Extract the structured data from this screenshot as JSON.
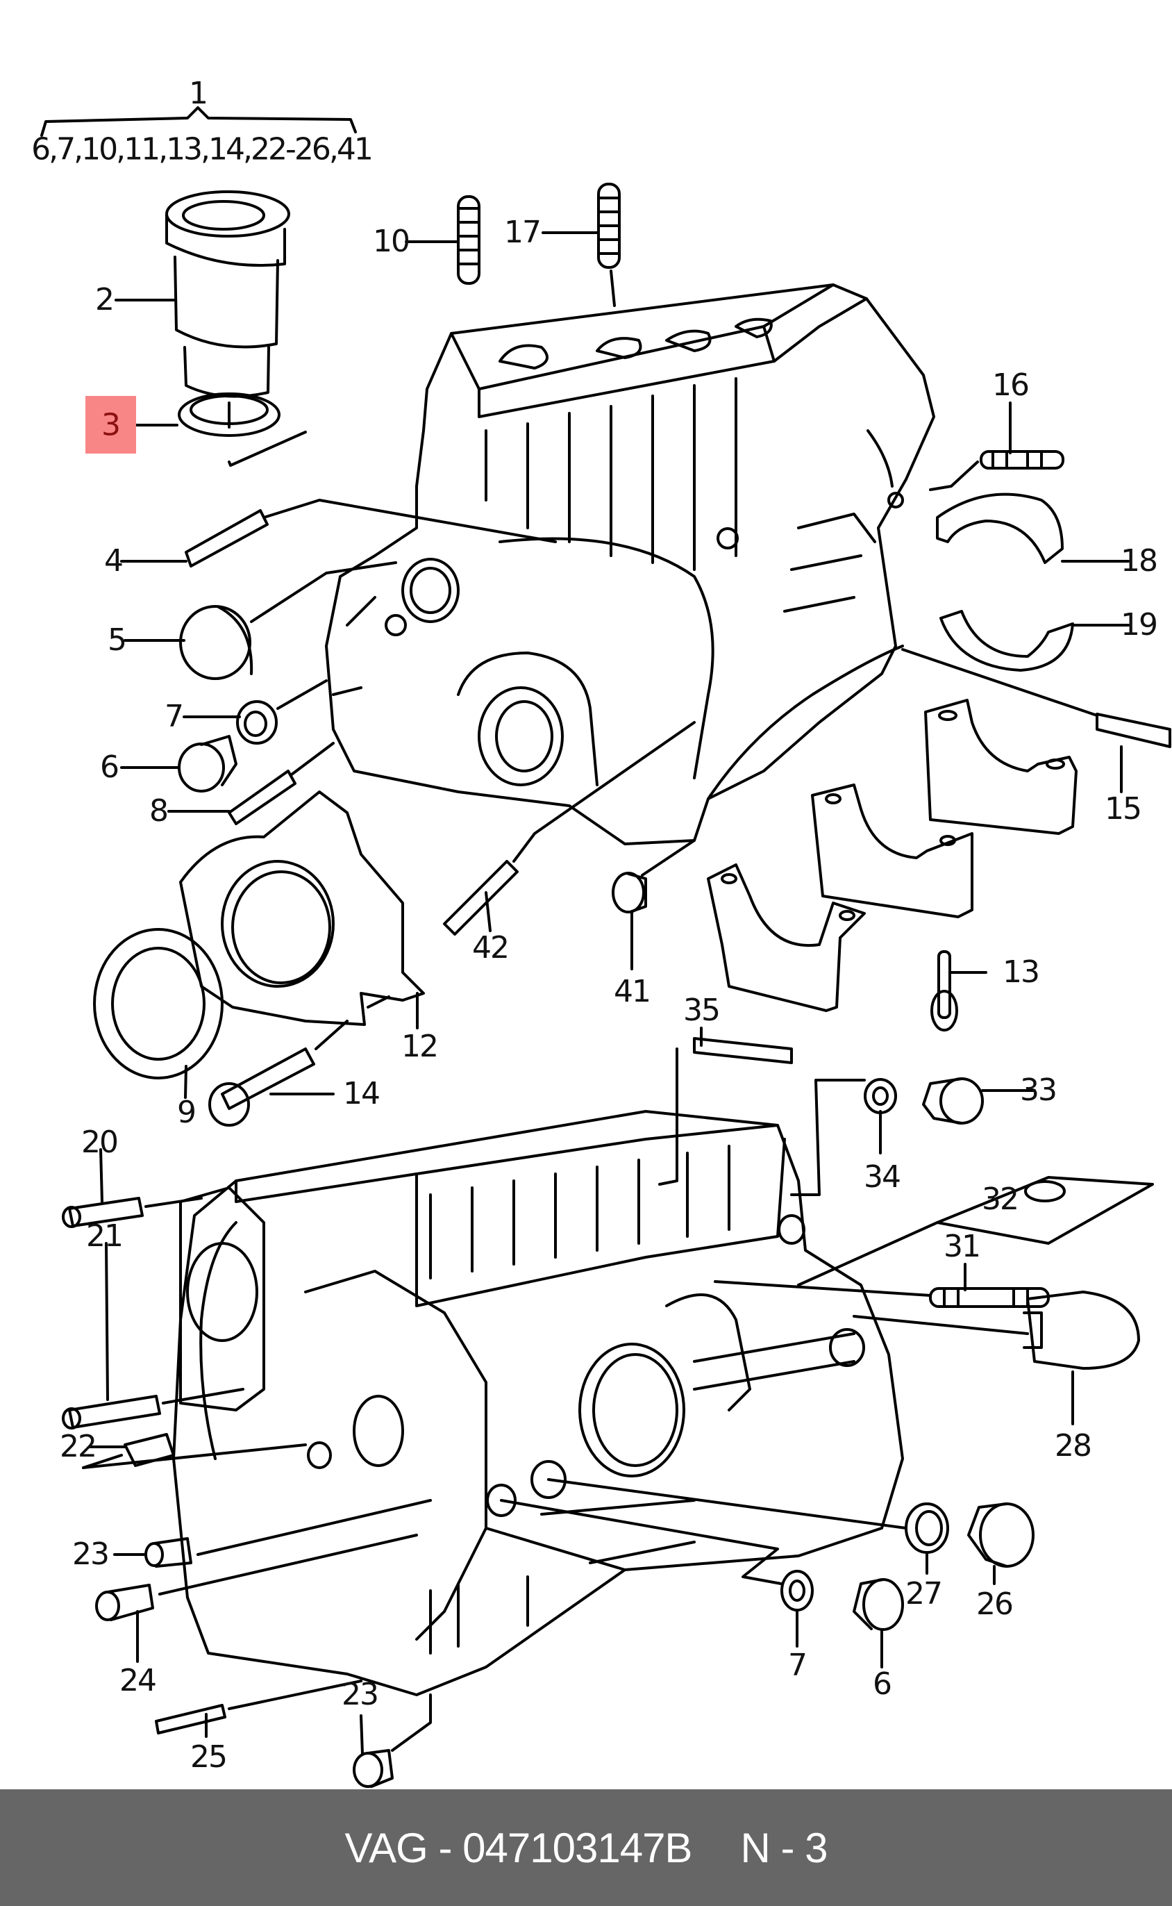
{
  "diagram": {
    "title": "Engine cylinder block exploded parts diagram",
    "highlight_color": "#f98686",
    "highlighted_part": "3",
    "kit": {
      "number": "1",
      "includes": "6,7,10,11,13,14,22-26,41"
    },
    "callouts": {
      "c2": "2",
      "c3": "3",
      "c4": "4",
      "c5": "5",
      "c6a": "6",
      "c7a": "7",
      "c8": "8",
      "c9": "9",
      "c10": "10",
      "c12": "12",
      "c13": "13",
      "c14": "14",
      "c15": "15",
      "c16": "16",
      "c17": "17",
      "c18": "18",
      "c19": "19",
      "c20": "20",
      "c21": "21",
      "c22": "22",
      "c23a": "23",
      "c24": "24",
      "c25": "25",
      "c26": "26",
      "c27": "27",
      "c28": "28",
      "c31": "31",
      "c32": "32",
      "c33": "33",
      "c34": "34",
      "c35": "35",
      "c41": "41",
      "c42": "42",
      "c7b": "7",
      "c6b": "6",
      "c23b": "23"
    }
  },
  "footer": {
    "brand": "VAG",
    "separator": "-",
    "part_number": "047103147B",
    "page_ref": "N - 3"
  }
}
